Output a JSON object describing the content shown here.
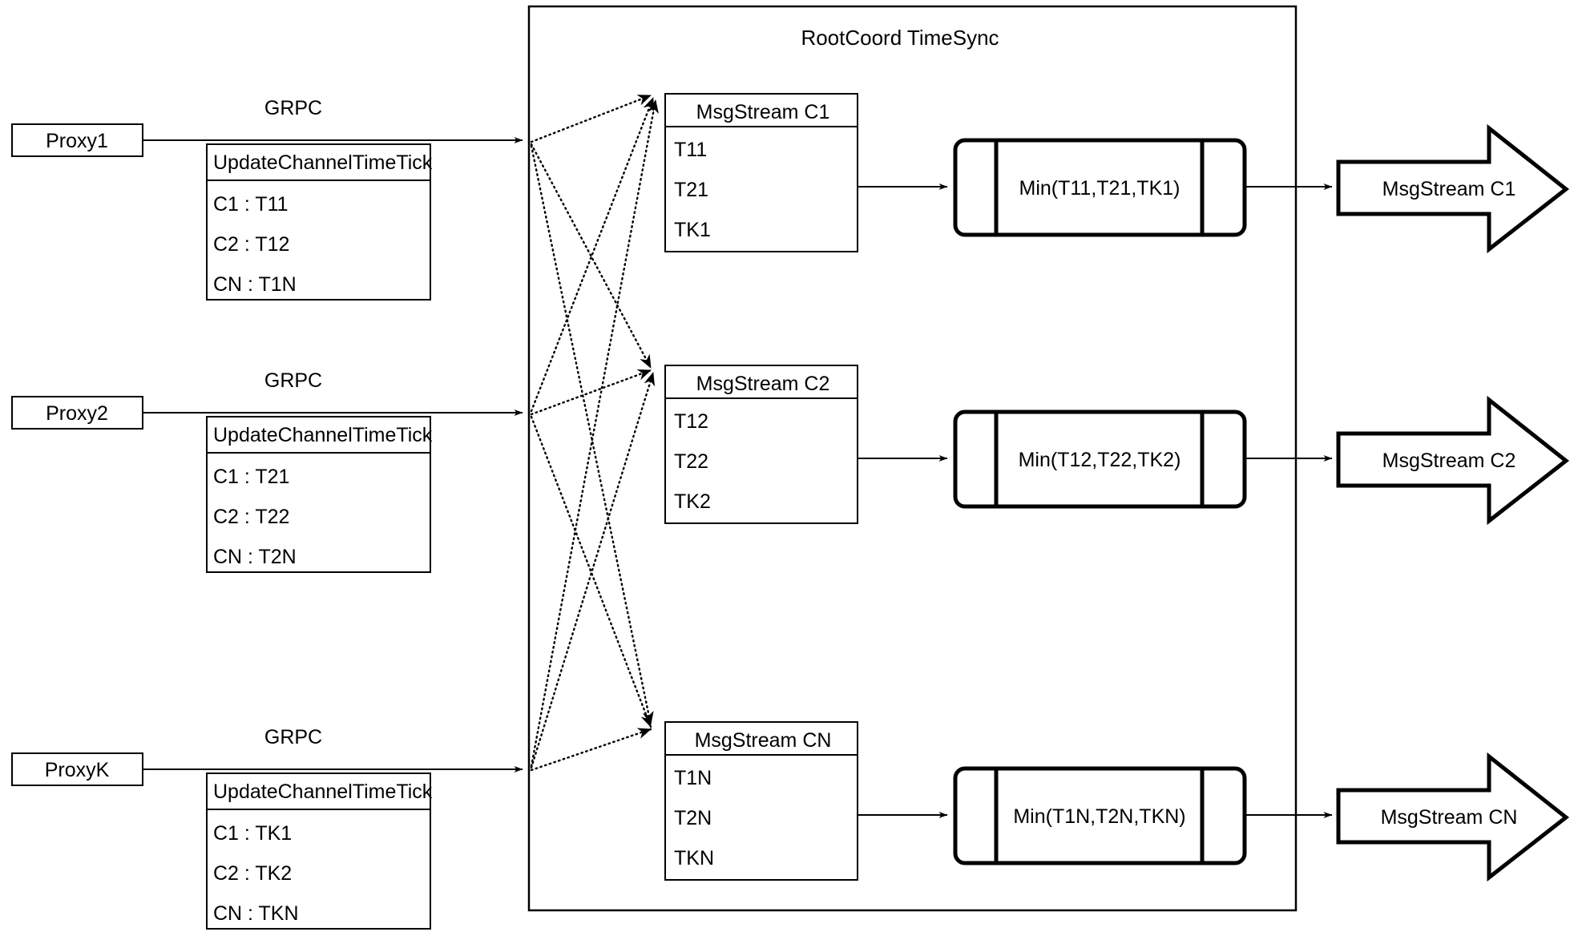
{
  "diagram": {
    "title": "RootCoord TimeSync",
    "container_label": "RootCoord TimeSync"
  },
  "colors": {
    "stroke": "#000000",
    "fill": "#ffffff",
    "background": "#ffffff"
  },
  "rows": [
    {
      "proxy": "Proxy1",
      "rpc_label": "GRPC",
      "request": {
        "header": "UpdateChannelTimeTick",
        "entries": [
          "C1 :  T11",
          "C2 :  T12",
          "CN : T1N"
        ]
      },
      "msgstream": {
        "header": "MsgStream C1",
        "entries": [
          "T11",
          "T21",
          "TK1"
        ]
      },
      "process": "Min(T11,T21,TK1)",
      "output": "MsgStream C1"
    },
    {
      "proxy": "Proxy2",
      "rpc_label": "GRPC",
      "request": {
        "header": "UpdateChannelTimeTick",
        "entries": [
          "C1 :  T21",
          "C2 :  T22",
          "CN : T2N"
        ]
      },
      "msgstream": {
        "header": "MsgStream C2",
        "entries": [
          "T12",
          "T22",
          "TK2"
        ]
      },
      "process": "Min(T12,T22,TK2)",
      "output": "MsgStream C2"
    },
    {
      "proxy": "ProxyK",
      "rpc_label": "GRPC",
      "request": {
        "header": "UpdateChannelTimeTick",
        "entries": [
          "C1 :  TK1",
          "C2 :  TK2",
          "CN : TKN"
        ]
      },
      "msgstream": {
        "header": "MsgStream CN",
        "entries": [
          "T1N",
          "T2N",
          "TKN"
        ]
      },
      "process": "Min(T1N,T2N,TKN)",
      "output": "MsgStream CN"
    }
  ]
}
